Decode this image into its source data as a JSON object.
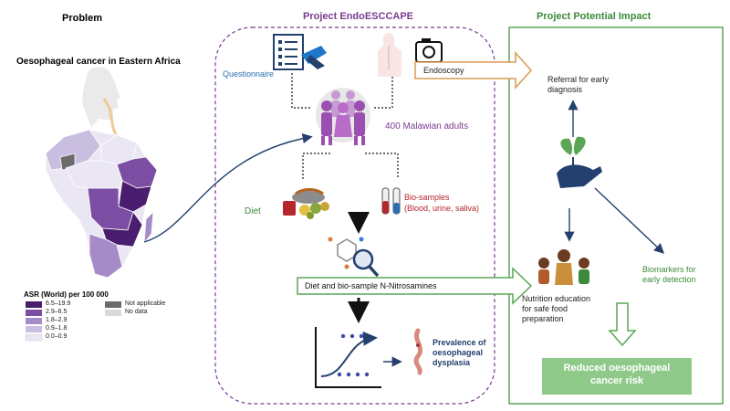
{
  "problem": {
    "title": "Problem",
    "subtitle": "Oesophageal cancer in Eastern Africa",
    "legend": {
      "title": "ASR (World) per 100 000",
      "items": [
        {
          "label": "6.5–19.9",
          "color": "#4b1d6e"
        },
        {
          "label": "2.9–6.5",
          "color": "#7b4ea3"
        },
        {
          "label": "1.8–2.9",
          "color": "#a58cc8"
        },
        {
          "label": "0.9–1.8",
          "color": "#c9bde0"
        },
        {
          "label": "0.0–0.9",
          "color": "#ebe6f3"
        }
      ],
      "extra": [
        {
          "label": "Not applicable",
          "color": "#6b6b6b"
        },
        {
          "label": "No data",
          "color": "#d9d9d9"
        }
      ]
    }
  },
  "project": {
    "title": "Project EndoESCCAPE",
    "questionnaire": "Questionnaire",
    "endoscopy": "Endoscopy",
    "participants": "400 Malawian adults",
    "diet": "Diet",
    "biosamples_line1": "Bio-samples",
    "biosamples_line2": "(Blood, urine, saliva)",
    "nitrosamines": "Diet and bio-sample N-Nitrosamines",
    "prevalence_line1": "Prevalence of",
    "prevalence_line2": "oesophageal",
    "prevalence_line3": "dysplasia"
  },
  "impact": {
    "title": "Project Potential Impact",
    "referral_line1": "Referral for early",
    "referral_line2": "diagnosis",
    "biomarkers_line1": "Biomarkers for",
    "biomarkers_line2": "early detection",
    "nutrition_line1": "Nutrition education",
    "nutrition_line2": "for safe food",
    "nutrition_line3": "preparation",
    "outcome_line1": "Reduced oesophageal",
    "outcome_line2": "cancer risk"
  },
  "colors": {
    "purple_title": "#7a3b8f",
    "green_title": "#3d8a3a",
    "green_box": "#8fc98a",
    "green_border": "#5aa655",
    "orange_arrow": "#d99a4e",
    "navy": "#24406e",
    "dashed_border": "#7a3b8f"
  }
}
